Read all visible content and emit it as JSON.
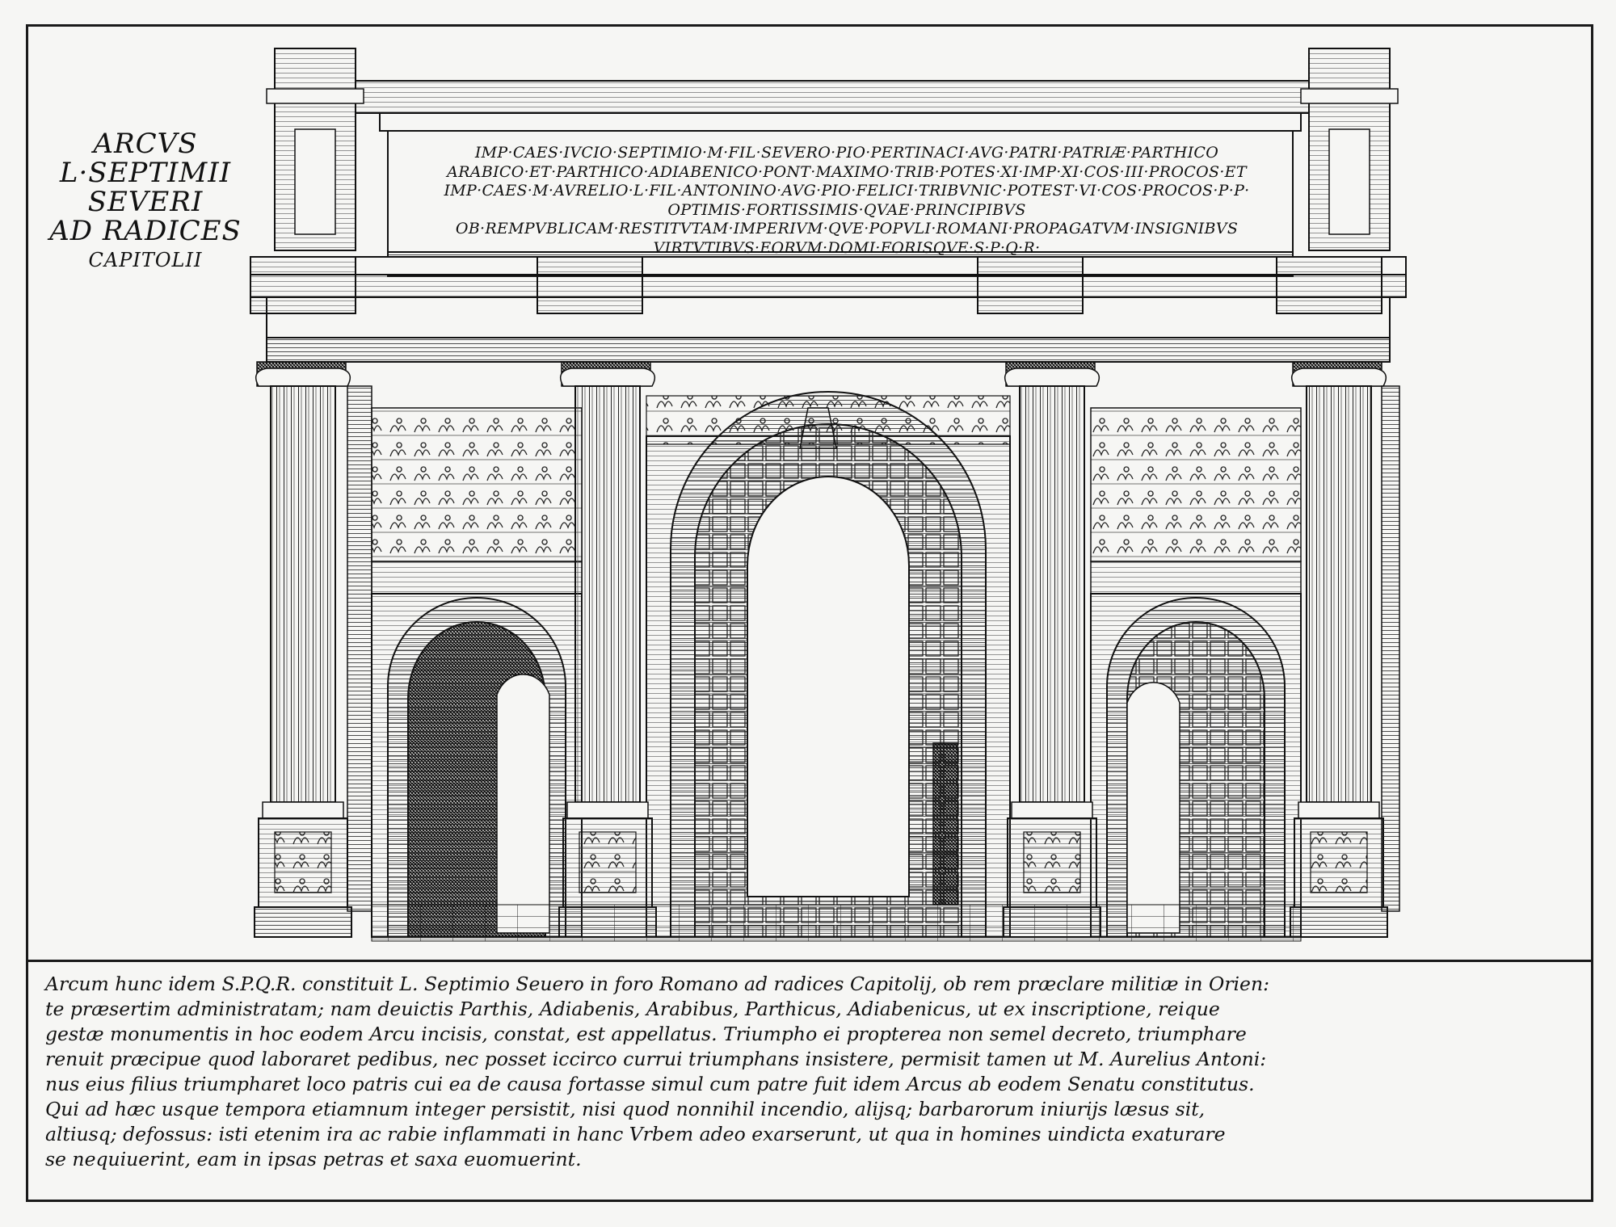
{
  "title": {
    "line1": "ARCVS",
    "line2": "L·SEPTIMII",
    "line3": "SEVERI",
    "line4": "AD RADICES",
    "line5": "CAPITOLII"
  },
  "inscription": [
    "IMP·CAES·IVCIO·SEPTIMIO·M·FIL·SEVERO·PIO·PERTINACI·AVG·PATRI·PATRIÆ·PARTHICO",
    "ARABICO·ET·PARTHICO·ADIABENICO·PONT·MAXIMO·TRIB·POTES·XI·IMP·XI·COS·III·PROCOS·ET",
    "IMP·CAES·M·AVRELIO·L·FIL·ANTONINO·AVG·PIO·FELICI·TRIBVNIC·POTEST·VI·COS·PROCOS·P·P·",
    "OPTIMIS·FORTISSIMIS·QVAE·PRINCIPIBVS",
    "OB·REMPVBLICAM·RESTITVTAM·IMPERIVM·QVE·POPVLI·ROMANI·PROPAGATVM·INSIGNIBVS",
    "VIRTVTIBVS·EORVM·DOMI·FORISQVE·S·P·Q·R·"
  ],
  "caption": [
    "Arcum hunc idem S.P.Q.R. constituit L. Septimio Seuero in foro Romano ad radices Capitolij, ob rem præclare militiæ in Orien:",
    "te præsertim administratam; nam deuictis Parthis, Adiabenis, Arabibus, Parthicus, Adiabenicus, ut ex inscriptione, reique",
    "gestæ monumentis in hoc eodem Arcu incisis, constat, est appellatus. Triumpho ei propterea non semel decreto, triumphare",
    "renuit præcipue quod laboraret pedibus, nec posset iccirco currui triumphans insistere, permisit tamen ut M. Aurelius Antoni:",
    "nus eius filius triumpharet loco patris cui ea de causa fortasse simul cum patre fuit idem Arcus ab eodem Senatu constitutus.",
    "Qui ad hæc usque tempora etiamnum integer persistit, nisi quod nonnihil incendio, alijsq; barbarorum iniurijs læsus sit,",
    "altiusq; defossus: isti etenim ira ac rabie inflammati in hanc Vrbem adeo exarserunt, ut qua in homines uindicta exaturare",
    "se nequiuerint, eam in ipsas petras et saxa euomuerint."
  ],
  "colors": {
    "ink": "#111111",
    "paper": "#f6f6f4"
  }
}
